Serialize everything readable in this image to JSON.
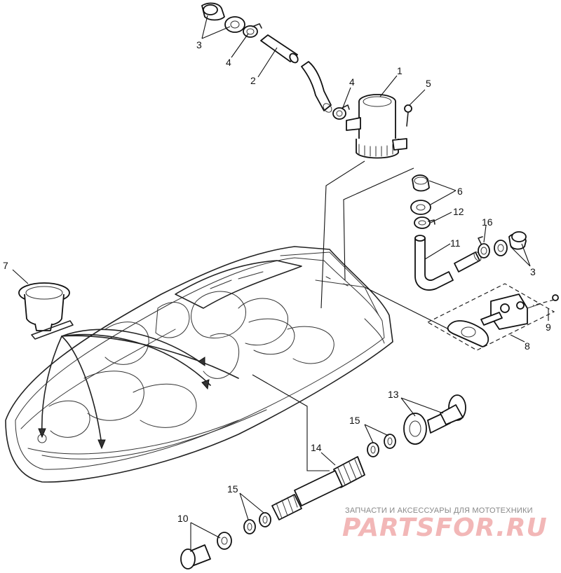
{
  "diagram": {
    "callouts": {
      "c1": "1",
      "c2": "2",
      "c3a": "3",
      "c3b": "3",
      "c4a": "4",
      "c4b": "4",
      "c5": "5",
      "c6": "6",
      "c7": "7",
      "c8": "8",
      "c9": "9",
      "c10": "10",
      "c11": "11",
      "c12": "12",
      "c13": "13",
      "c14": "14",
      "c15a": "15",
      "c15b": "15",
      "c16": "16"
    }
  },
  "watermark": {
    "tagline": "ЗАПЧАСТИ И АКСЕССУАРЫ ДЛЯ МОТОТЕХНИКИ",
    "logo_text": "PARTSFOR.RU"
  }
}
